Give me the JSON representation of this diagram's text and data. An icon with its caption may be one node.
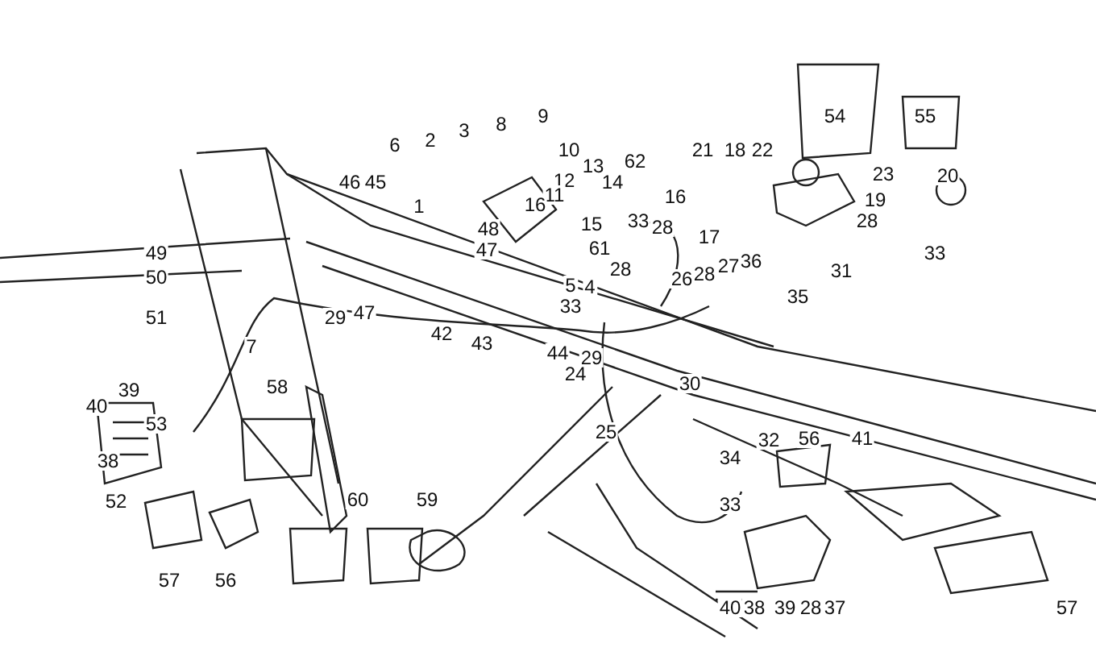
{
  "diagram": {
    "labels": [
      "54",
      "55",
      "9",
      "8",
      "6",
      "2",
      "3",
      "10",
      "62",
      "21",
      "18",
      "22",
      "13",
      "12",
      "14",
      "46",
      "45",
      "11",
      "16",
      "23",
      "20",
      "16",
      "1",
      "19",
      "48",
      "28",
      "15",
      "17",
      "33",
      "28",
      "61",
      "47",
      "49",
      "33",
      "28",
      "50",
      "31",
      "36",
      "27",
      "5",
      "4",
      "26",
      "28",
      "33",
      "35",
      "29",
      "47",
      "51",
      "42",
      "43",
      "7",
      "44",
      "29",
      "24",
      "30",
      "58",
      "39",
      "53",
      "40",
      "25",
      "56",
      "41",
      "32",
      "34",
      "38",
      "52",
      "33",
      "60",
      "59",
      "57",
      "56",
      "40",
      "38",
      "39",
      "28",
      "37",
      "57"
    ]
  }
}
